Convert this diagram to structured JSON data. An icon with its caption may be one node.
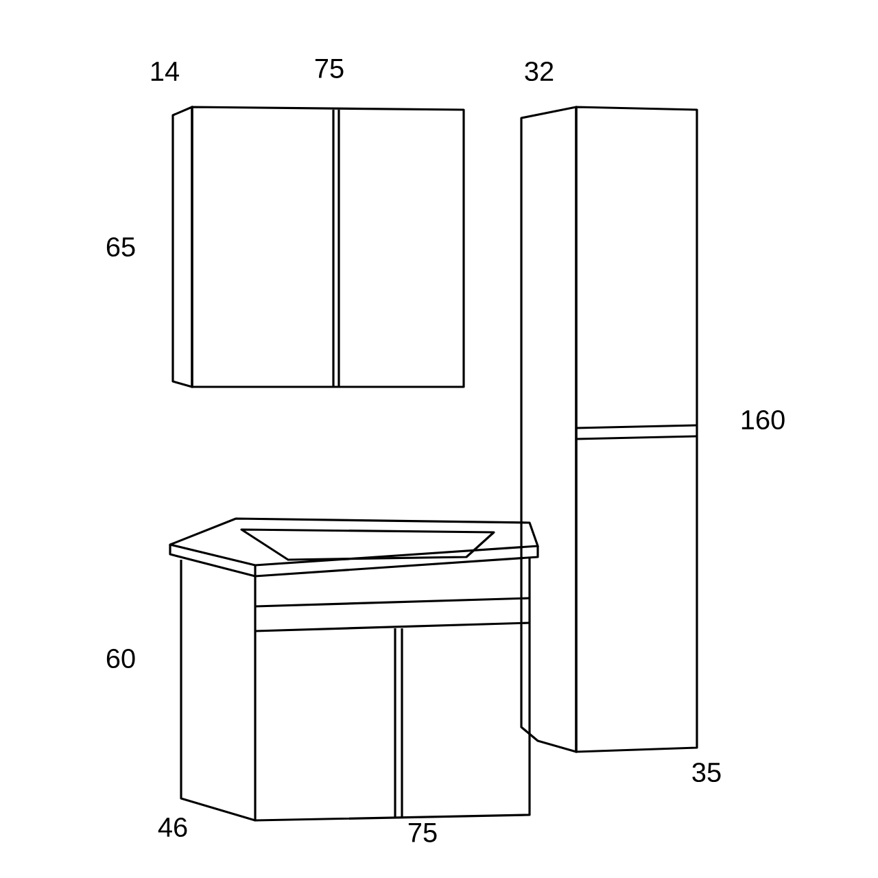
{
  "diagram": {
    "labels": [
      "14",
      "75",
      "32",
      "65",
      "160",
      "60",
      "35",
      "46",
      "75"
    ]
  }
}
